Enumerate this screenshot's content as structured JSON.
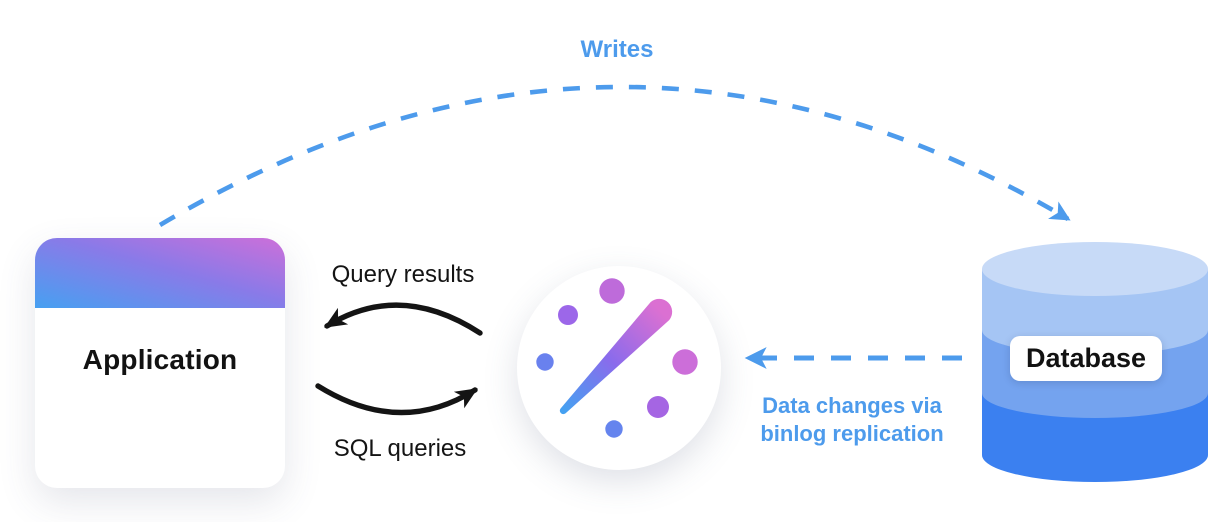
{
  "nodes": {
    "application": {
      "label": "Application"
    },
    "database": {
      "label": "Database"
    }
  },
  "logo": {
    "name": "gauge-speedometer-logo",
    "needle_gradient": [
      "#45a1f1",
      "#8a6bec",
      "#db70d2"
    ],
    "dot_colors": {
      "top": "#be6bda",
      "upper_left": "#9c67e9",
      "left": "#6981ee",
      "right": "#cc6ed9",
      "lower_right": "#a565e3",
      "bottom": "#6584ee"
    }
  },
  "arrows": {
    "writes": {
      "label": "Writes",
      "style": "dashed",
      "color": "#4d9bec",
      "from": "application",
      "to": "database"
    },
    "query_results": {
      "label": "Query results",
      "style": "solid",
      "color": "#141414",
      "from": "cache",
      "to": "application"
    },
    "sql_queries": {
      "label": "SQL queries",
      "style": "solid",
      "color": "#141414",
      "from": "application",
      "to": "cache"
    },
    "binlog": {
      "label_line1": "Data changes via",
      "label_line2": "binlog replication",
      "style": "dashed",
      "color": "#4d9bec",
      "from": "database",
      "to": "cache"
    }
  },
  "colors": {
    "app_header_gradient": [
      "#47a0f1",
      "#cd6fd9"
    ],
    "database_bands": [
      "#c7daf7",
      "#a5c5f4",
      "#74a3ef",
      "#3b80f0"
    ],
    "accent_blue": "#4d9bec",
    "background": "#ffffff"
  }
}
